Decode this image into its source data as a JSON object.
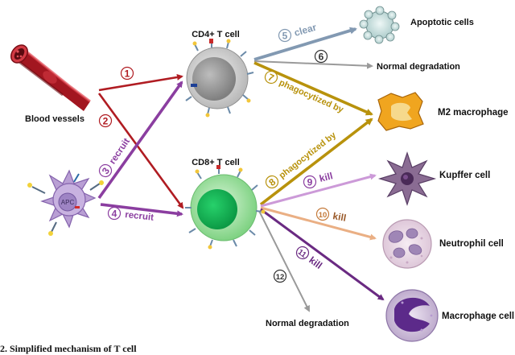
{
  "nodes": {
    "blood_vessels": "Blood vessels",
    "apc": "APC",
    "cd4": "CD4+ T cell",
    "cd8": "CD8+ T cell",
    "apoptotic": "Apoptotic cells",
    "normal_degradation_top": "Normal degradation",
    "m2": "M2 macrophage",
    "kupffer": "Kupffer cell",
    "neutrophil": "Neutrophil cell",
    "macrophage": "Macrophage cell",
    "normal_degradation_bottom": "Normal degradation"
  },
  "edges": {
    "e1": {
      "num": "①"
    },
    "e2": {
      "num": "②"
    },
    "e3": {
      "num": "③",
      "label": "recruit"
    },
    "e4": {
      "num": "④",
      "label": "recruit"
    },
    "e5": {
      "num": "⑤",
      "label": "clear"
    },
    "e6": {
      "num": "⑥"
    },
    "e7": {
      "num": "⑦",
      "label": "phagocytized by"
    },
    "e8": {
      "num": "⑧",
      "label": "phagocytized by"
    },
    "e9": {
      "num": "⑨",
      "label": "kill"
    },
    "e10": {
      "num": "⑩",
      "label": "kill"
    },
    "e11": {
      "num": "⑪",
      "label": "kill"
    },
    "e12": {
      "num": "⑫"
    }
  },
  "colors": {
    "red": "#b01c22",
    "purple": "#8b3ea0",
    "steel": "#8299b2",
    "gray": "#9a9a9a",
    "gold": "#b8920c",
    "lavender": "#cc9ad8",
    "peach": "#eaaf84",
    "darkpurple": "#6a2a82"
  },
  "caption": "2. Simplified mechanism of T cell"
}
